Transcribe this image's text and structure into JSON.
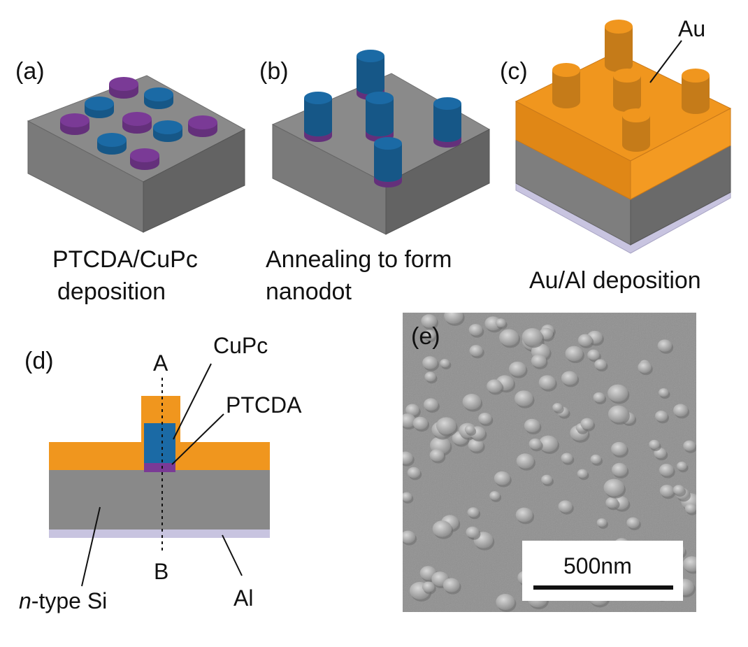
{
  "panels": {
    "a": {
      "letter": "(a)",
      "caption_line1": "PTCDA/CuPc",
      "caption_line2": "deposition"
    },
    "b": {
      "letter": "(b)",
      "caption_line1": "Annealing to form",
      "caption_line2": "nanodot"
    },
    "c": {
      "letter": "(c)",
      "caption": "Au/Al deposition",
      "label_au": "Au"
    },
    "d": {
      "letter": "(d)",
      "label_cupc": "CuPc",
      "label_ptcda": "PTCDA",
      "label_a": "A",
      "label_b": "B",
      "label_si_italic": "n",
      "label_si_rest": "-type Si",
      "label_al": "Al"
    },
    "e": {
      "letter": "(e)",
      "scale_bar": "500nm"
    }
  },
  "colors": {
    "substrate_top": "#8a8a8a",
    "substrate_left": "#777777",
    "substrate_right": "#636363",
    "cupc": "#1b6aa5",
    "ptcda": "#7a3a96",
    "au": "#f0961e",
    "al": "#c8c4e0",
    "sem_background": "#909090"
  }
}
